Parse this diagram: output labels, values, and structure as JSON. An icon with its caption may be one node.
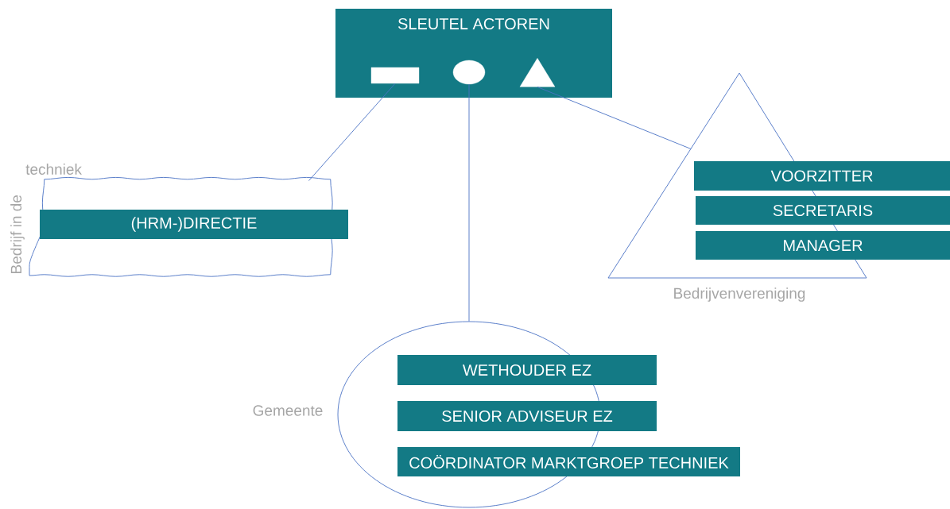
{
  "diagram": {
    "nodes": [
      {
        "text": [
          "SLEUTEL ACTOREN"
        ]
      },
      {
        "text": [],
        "shape": "box",
        "in": 0
      },
      {
        "text": [],
        "shape": "circle",
        "in": 0
      },
      {
        "text": [],
        "shape": "triangle",
        "in": 0
      },
      {
        "text": [
          "Bedrijf in de",
          "techniek"
        ]
      },
      {
        "text": [
          "(HRM-)DIRECTIE"
        ],
        "in": 4
      },
      {
        "text": [
          "Bedrijvenvereniging"
        ]
      },
      {
        "text": [
          "VOORZITTER"
        ]
      },
      {
        "text": [
          "SECRETARIS"
        ]
      },
      {
        "text": [
          "MANAGER"
        ]
      },
      {
        "text": [
          "Gemeente"
        ]
      },
      {
        "text": [
          "WETHOUDER EZ"
        ]
      },
      {
        "text": [
          "SENIOR ADVISEUR EZ"
        ]
      },
      {
        "text": [
          "COÖRDINATOR MARKTGROEP TECHNIEK"
        ]
      }
    ],
    "edges": [
      {
        "from": 1,
        "to": 4,
        "arrow": "none"
      },
      {
        "from": 2,
        "to": 10,
        "arrow": "none"
      },
      {
        "from": 3,
        "to": 6,
        "arrow": "none"
      }
    ]
  }
}
